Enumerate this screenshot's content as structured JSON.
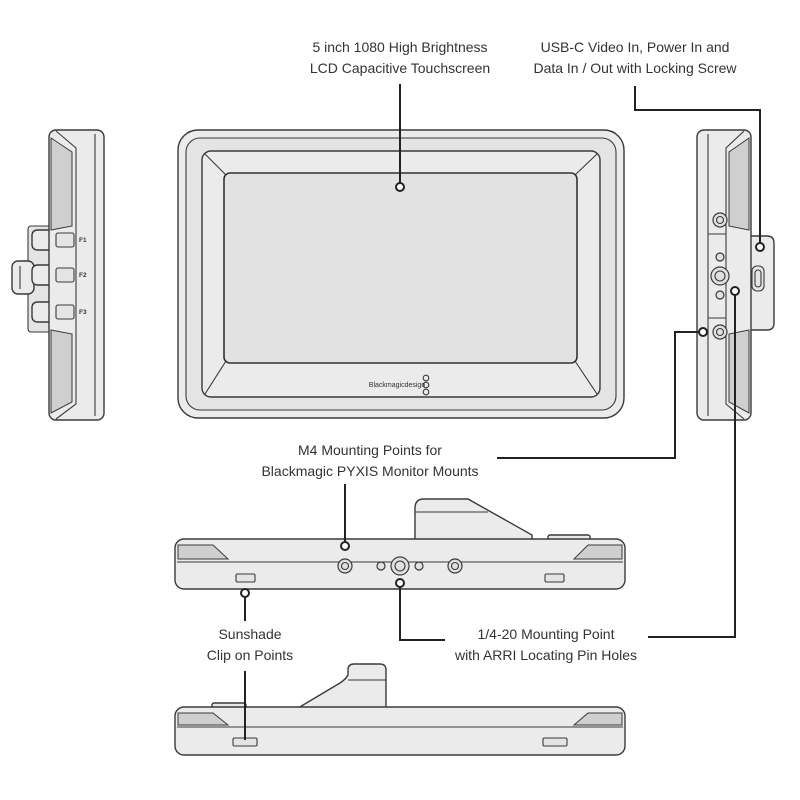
{
  "labels": {
    "screen": {
      "line1": "5 inch 1080 High Brightness",
      "line2": "LCD Capacitive Touchscreen"
    },
    "usbc": {
      "line1": "USB-C Video In, Power In and",
      "line2": "Data In / Out with Locking Screw"
    },
    "m4": {
      "line1": "M4 Mounting Points for",
      "line2": "Blackmagic PYXIS Monitor Mounts"
    },
    "sunshade": {
      "line1": "Sunshade",
      "line2": "Clip on Points"
    },
    "mount": {
      "line1": "1/4-20 Mounting Point",
      "line2": "with ARRI Locating Pin Holes"
    }
  },
  "buttons": [
    "F1",
    "F2",
    "F3"
  ],
  "brand": "Blackmagicdesign",
  "colors": {
    "callout_line": "#222222",
    "outline": "#3a3a3a",
    "body_fill": "#ebebeb",
    "shade_fill": "#cfcfcf",
    "screen_fill": "#e2e2e2",
    "text": "#333333"
  }
}
